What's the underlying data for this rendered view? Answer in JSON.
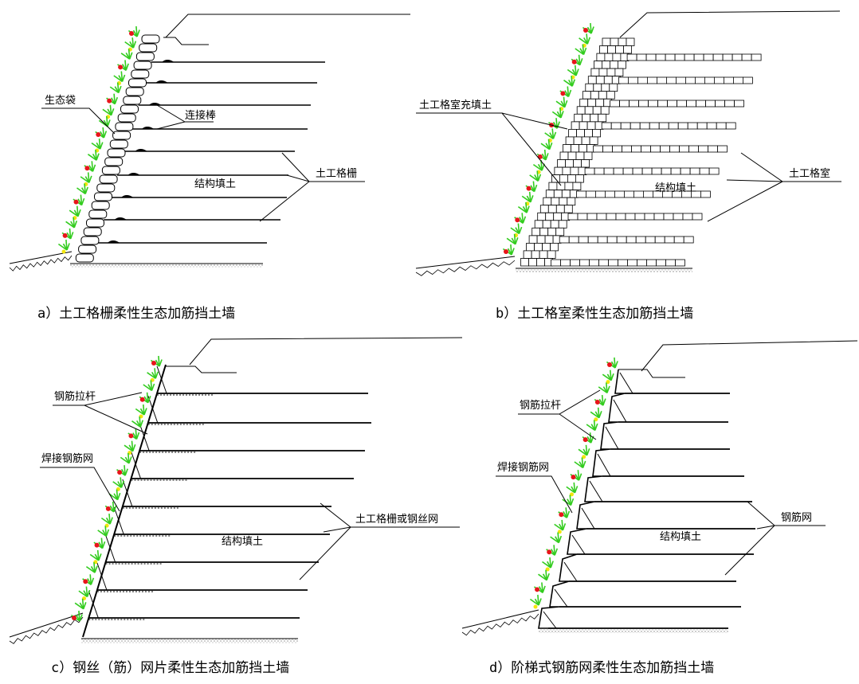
{
  "panels": [
    {
      "id": "a",
      "caption": "a）土工格栅柔性生态加筋挡土墙",
      "labels": {
        "bag": "生态袋",
        "rod": "连接棒",
        "reinforcement": "土工格栅",
        "fill": "结构填土"
      }
    },
    {
      "id": "b",
      "caption": "b）土工格室柔性生态加筋挡土墙",
      "labels": {
        "cell_fill": "土工格室充填土",
        "reinforcement": "土工格室",
        "fill": "结构填土"
      }
    },
    {
      "id": "c",
      "caption": "c）钢丝（筋）网片柔性生态加筋挡土墙",
      "labels": {
        "tie_rod": "钢筋拉杆",
        "welded_mesh": "焊接钢筋网",
        "reinforcement": "土工格栅或钢丝网",
        "fill": "结构填土"
      }
    },
    {
      "id": "d",
      "caption": "d）阶梯式钢筋网柔性生态加筋挡土墙",
      "labels": {
        "tie_rod": "钢筋拉杆",
        "welded_mesh": "焊接钢筋网",
        "reinforcement": "钢筋网",
        "fill": "结构填土"
      }
    }
  ],
  "colors": {
    "line": "#000000",
    "vegetation": "#33cc1f",
    "flower_red": "#e8151b",
    "flower_yellow": "#f2e60d",
    "ground_dots": "#555555"
  }
}
